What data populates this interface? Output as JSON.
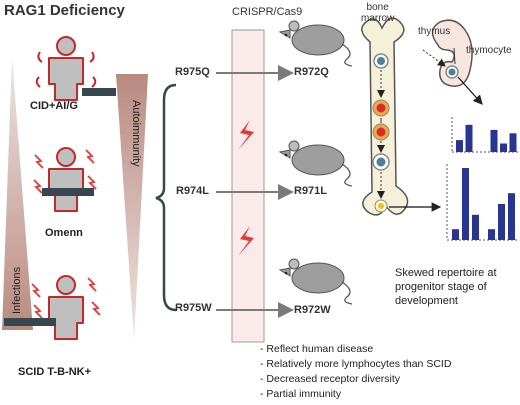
{
  "title": "RAG1 Deficiency",
  "crispr_label": "CRISPR/Cas9",
  "triangles": {
    "autoimmunity": "Autoimmunity",
    "infections": "Infections"
  },
  "phenotypes": [
    {
      "label": "CID+AI/G"
    },
    {
      "label": "Omenn"
    },
    {
      "label": "SCID T-B-NK+"
    }
  ],
  "human_mutations": [
    "R975Q",
    "R974L",
    "R975W"
  ],
  "mouse_mutations": [
    "R972Q",
    "R971L",
    "R972W"
  ],
  "organs": {
    "bone_marrow": "bone\nmarrow",
    "thymus": "thymus",
    "thymocyte": "thymocyte"
  },
  "skewed_text": "Skewed repertoire at progenitor stage of development",
  "notes": [
    "- Reflect human disease",
    "- Relatively more lymphocytes than SCID",
    "- Decreased receptor diversity",
    "- Partial immunity"
  ],
  "chart_data": [
    {
      "type": "bar",
      "title": "",
      "xlabel": "",
      "ylabel": "",
      "series": [
        {
          "values": [
            0.35,
            0.8,
            0.0,
            0.65,
            0.25,
            0.55
          ]
        }
      ]
    },
    {
      "type": "bar",
      "title": "",
      "xlabel": "",
      "ylabel": "",
      "series": [
        {
          "values": [
            0.15,
            1.0,
            0.35,
            0.15,
            0.5,
            0.65
          ]
        }
      ]
    }
  ],
  "colors": {
    "figure_fill": "#bfbfbf",
    "figure_outline": "#c62828",
    "bolt": "#e53935",
    "bar": "#283593",
    "arrow": "#7a7a7a",
    "triangle": "#c9a59d"
  }
}
